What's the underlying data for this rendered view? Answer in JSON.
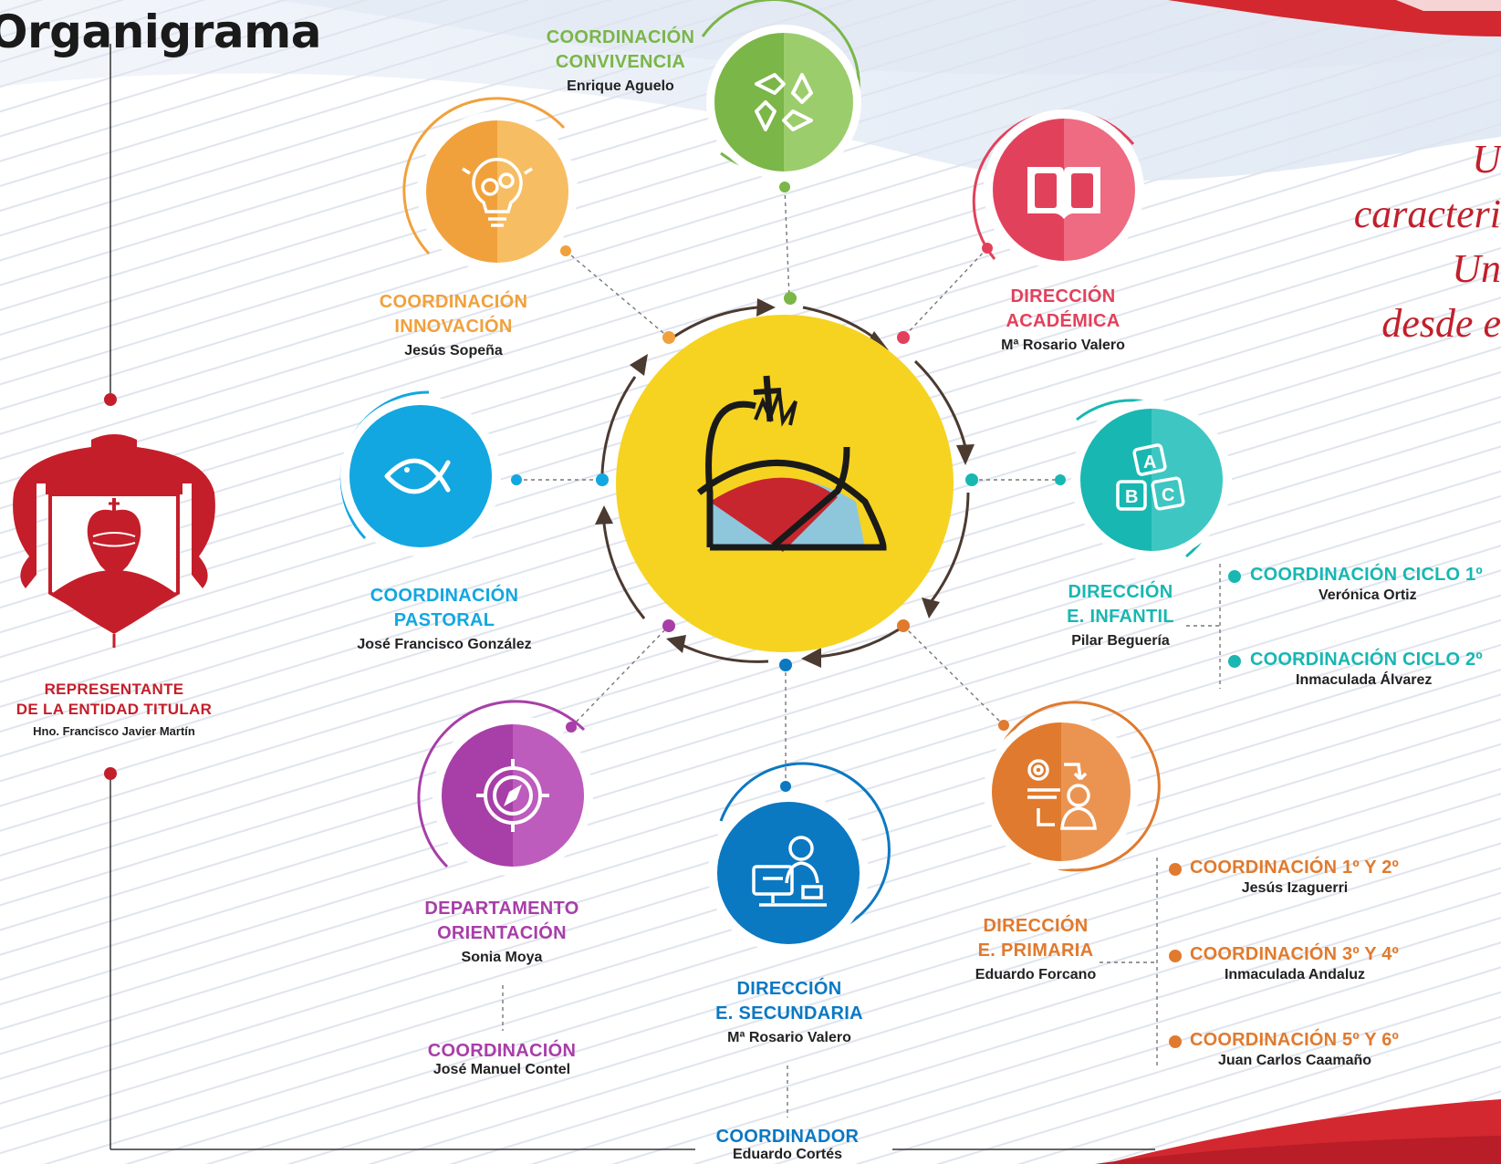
{
  "title": "Organigrama",
  "colors": {
    "red": "#c41e2a",
    "green": "#7ab648",
    "orange": "#f0a13c",
    "crimson": "#e2415c",
    "blue": "#12a7e0",
    "teal": "#18b7b2",
    "purple": "#a83ea8",
    "darkblue": "#0b78c2",
    "brown": "#e07a2e",
    "yellow": "#f6d321"
  },
  "representante": {
    "title_line1": "REPRESENTANTE",
    "title_line2": "DE LA ENTIDAD TITULAR",
    "person": "Hno. Francisco Javier Martín"
  },
  "nodes": {
    "convivencia": {
      "line1": "COORDINACIÓN",
      "line2": "CONVIVENCIA",
      "person": "Enrique Aguelo",
      "icon": "teamwork-hands-icon"
    },
    "innovacion": {
      "line1": "COORDINACIÓN",
      "line2": "INNOVACIÓN",
      "person": "Jesús Sopeña",
      "icon": "lightbulb-gears-icon"
    },
    "academica": {
      "line1": "DIRECCIÓN",
      "line2": "ACADÉMICA",
      "person": "Mª Rosario Valero",
      "icon": "open-book-icon"
    },
    "pastoral": {
      "line1": "COORDINACIÓN",
      "line2": "PASTORAL",
      "person": "José Francisco González",
      "icon": "fish-icon"
    },
    "infantil": {
      "line1": "DIRECCIÓN",
      "line2": "E. INFANTIL",
      "person": "Pilar Beguería",
      "icon": "abc-blocks-icon"
    },
    "orientacion": {
      "line1": "DEPARTAMENTO",
      "line2": "ORIENTACIÓN",
      "person": "Sonia Moya",
      "icon": "compass-icon"
    },
    "secundaria": {
      "line1": "DIRECCIÓN",
      "line2": "E. SECUNDARIA",
      "person": "Mª Rosario Valero",
      "icon": "student-computer-icon"
    },
    "primaria": {
      "line1": "DIRECCIÓN",
      "line2": "E. PRIMARIA",
      "person": "Eduardo Forcano",
      "icon": "teacher-process-icon"
    }
  },
  "orientacion_coord": {
    "title": "COORDINACIÓN",
    "person": "José Manuel Contel"
  },
  "coordinador": {
    "title": "COORDINADOR",
    "person": "Eduardo Cortés"
  },
  "infantil_subs": [
    {
      "title": "COORDINACIÓN CICLO 1º",
      "person": "Verónica Ortiz"
    },
    {
      "title": "COORDINACIÓN CICLO 2º",
      "person": "Inmaculada Álvarez"
    }
  ],
  "primaria_subs": [
    {
      "title": "COORDINACIÓN 1º Y 2º",
      "person": "Jesús Izaguerri"
    },
    {
      "title": "COORDINACIÓN 3º Y 4º",
      "person": "Inmaculada Andaluz"
    },
    {
      "title": "COORDINACIÓN 5º Y 6º",
      "person": "Juan Carlos Caamaño"
    }
  ],
  "quote_lines": [
    "U",
    "caracteri",
    "Un",
    "desde e"
  ],
  "center_logo": "sacred-heart-logo-icon"
}
